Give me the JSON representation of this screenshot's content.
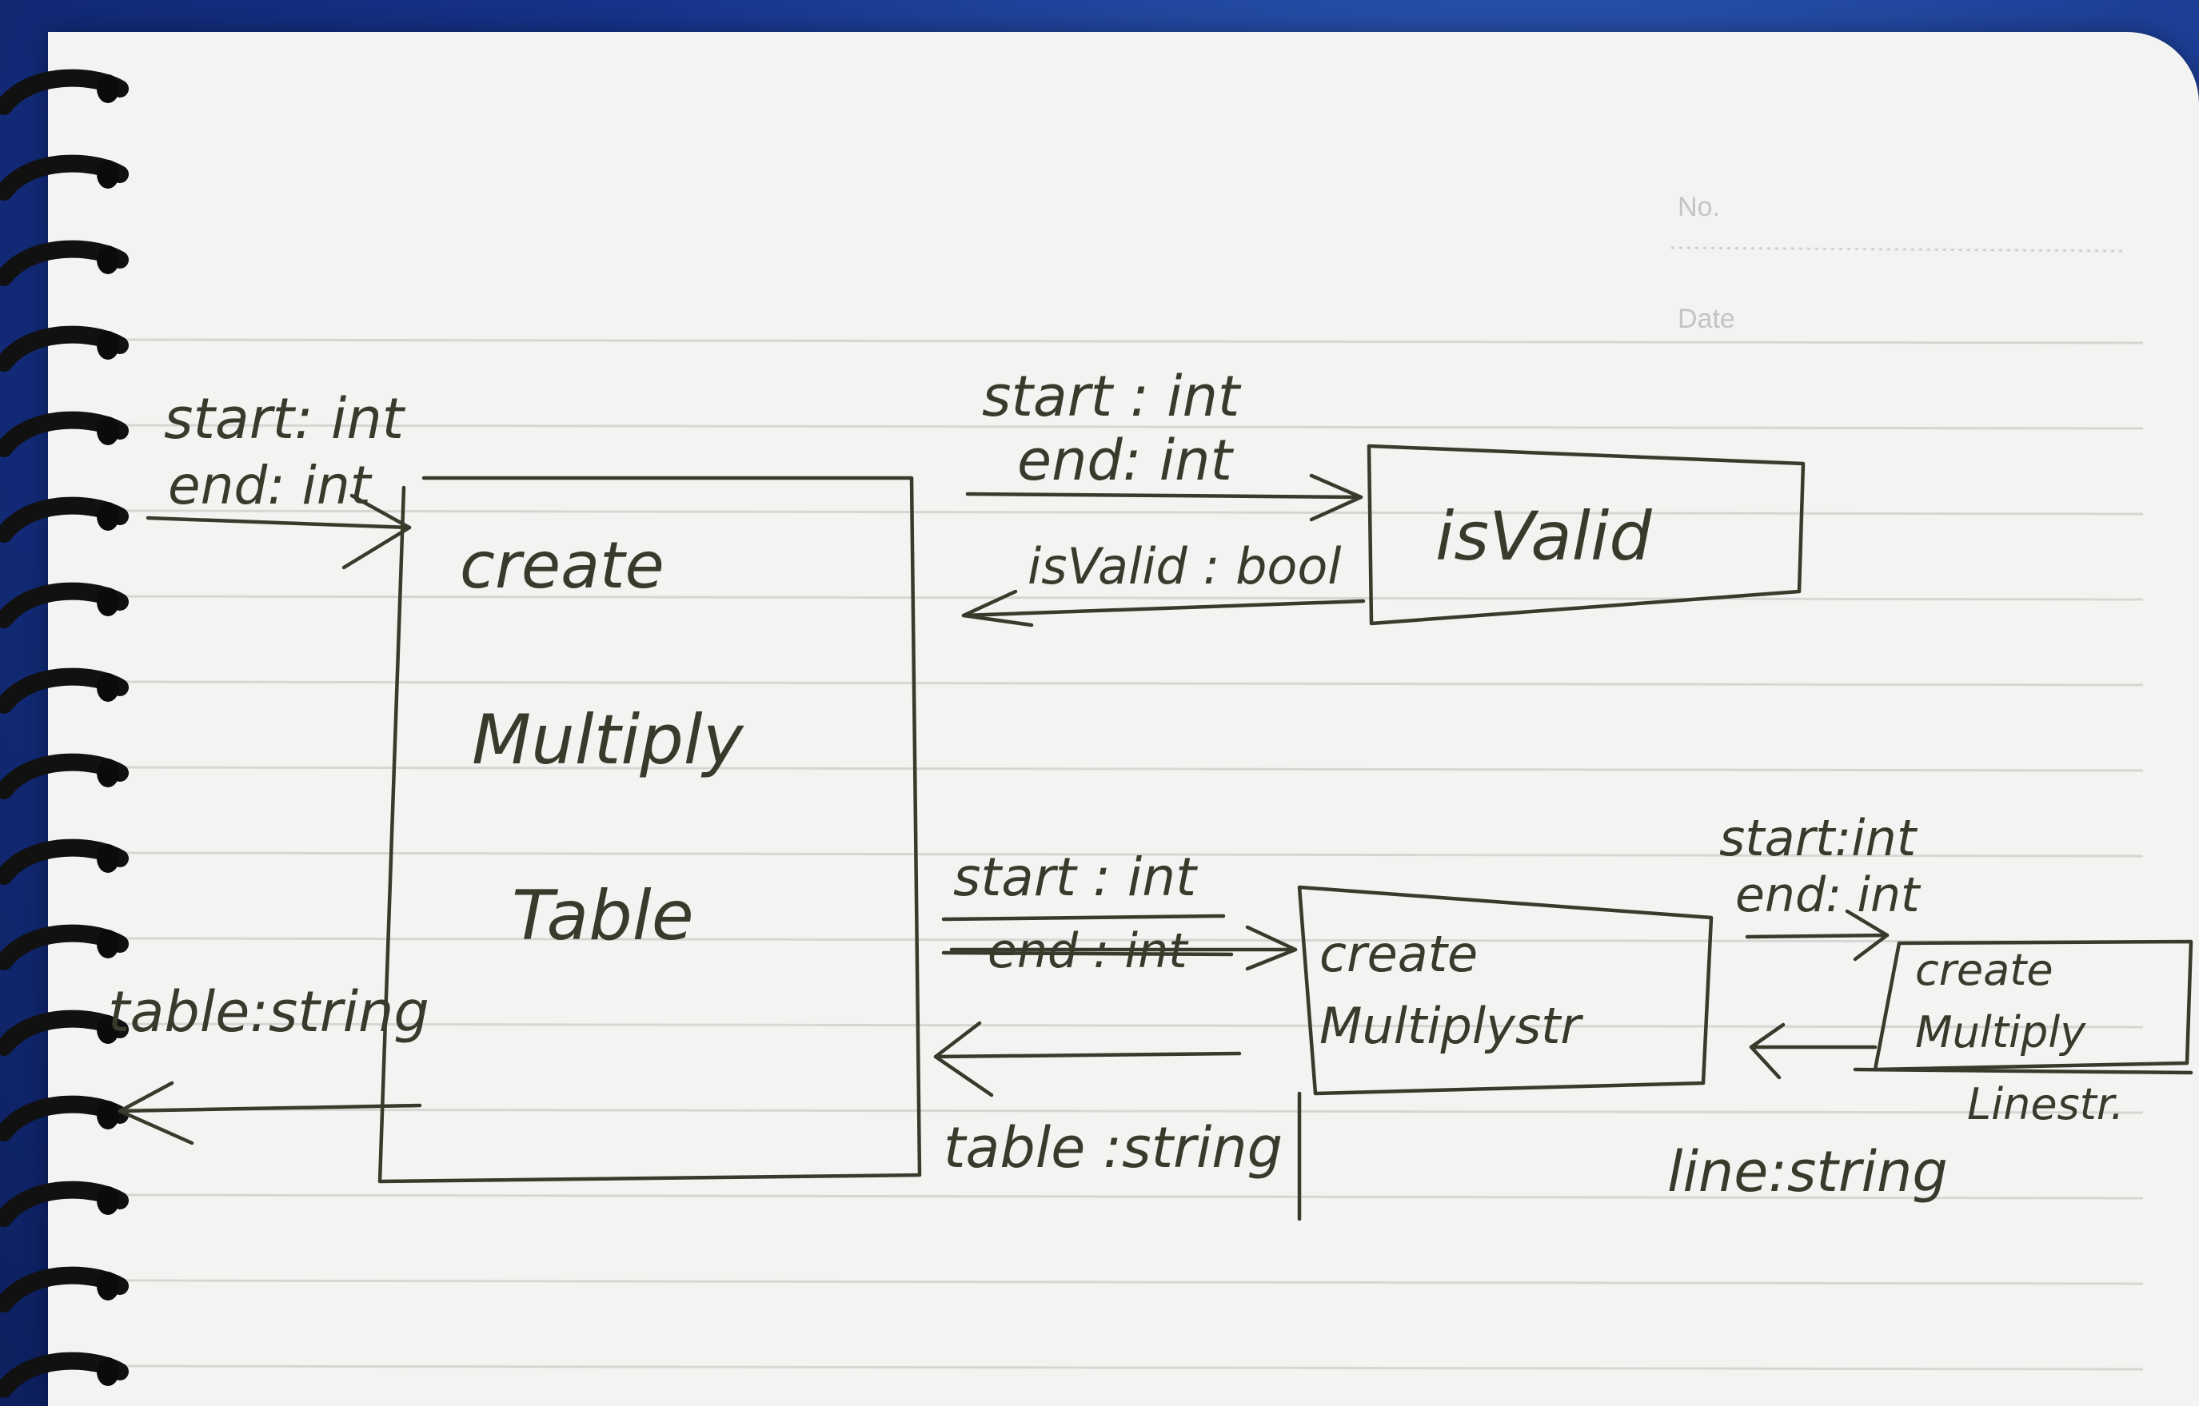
{
  "header": {
    "no_label": "No.",
    "date_label": "Date"
  },
  "diagram": {
    "nodes": {
      "create_multiply_table": [
        "create",
        "Multiply",
        "Table"
      ],
      "is_valid": "isValid",
      "create_multiply_str": [
        "create",
        "Multiplystr"
      ],
      "create_multiply_line_str": [
        "create",
        "Multiply",
        "Linestr."
      ]
    },
    "edges": {
      "input_left_start": "start: int",
      "input_left_end": "end: int",
      "output_left": "table:string",
      "to_isvalid_start": "start : int",
      "to_isvalid_end": "end: int",
      "from_isvalid": "isValid : bool",
      "to_str_start": "start : int",
      "to_str_end": "end : int",
      "from_str": "table :string",
      "to_line_start": "start:int",
      "to_line_end": "end: int",
      "from_line": "line:string"
    }
  },
  "colors": {
    "ink": "#3a3a2c",
    "paper": "#f3f3f1",
    "rule_line": "#d6d6d2",
    "cover": "#16338a"
  }
}
